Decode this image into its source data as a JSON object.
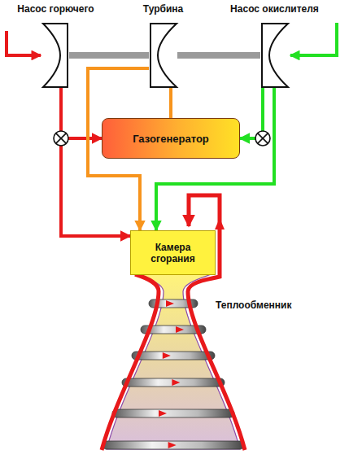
{
  "diagram": {
    "nodes": [
      {
        "text": [
          "Насос горючего"
        ]
      },
      {
        "text": [
          "Турбина"
        ]
      },
      {
        "text": [
          "Насос окислителя"
        ]
      },
      {
        "text": [
          "Газогенератор"
        ]
      },
      {
        "text": [
          "Камера сгорания"
        ]
      }
    ],
    "edges": [
      {
        "from": 0,
        "to": 1,
        "arrow": "none"
      },
      {
        "from": 1,
        "to": 2,
        "arrow": "none"
      },
      {
        "from": 0,
        "to": 3,
        "arrow": "to"
      },
      {
        "from": 0,
        "to": 4,
        "arrow": "to"
      },
      {
        "from": 2,
        "to": 3,
        "arrow": "to"
      },
      {
        "from": 2,
        "to": 4,
        "arrow": "to"
      },
      {
        "from": 3,
        "to": 1,
        "arrow": "none"
      },
      {
        "from": 1,
        "to": 4,
        "arrow": "to"
      }
    ],
    "labels": [
      "Теплообменник"
    ]
  }
}
